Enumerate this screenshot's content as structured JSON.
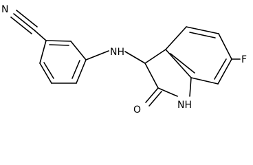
{
  "molecule": {
    "atoms": {
      "nitrile_n": "N",
      "amine": "NH",
      "fluorine": "F",
      "carbonyl_o": "O",
      "ring_nh": "NH"
    }
  }
}
